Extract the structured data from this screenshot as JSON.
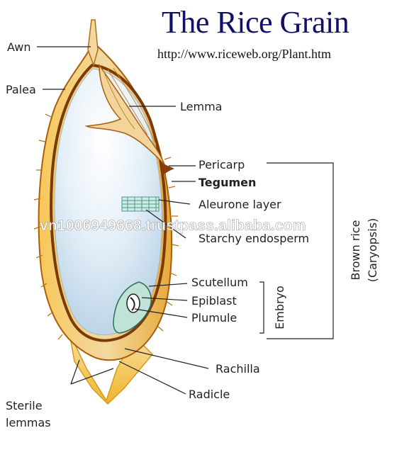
{
  "header": {
    "title": "The Rice Grain",
    "url": "http://www.riceweb.org/Plant.htm"
  },
  "labels": {
    "awn": "Awn",
    "palea": "Palea",
    "lemma": "Lemma",
    "pericarp": "Pericarp",
    "tegumen": "Tegumen",
    "aleurone_layer": "Aleurone layer",
    "starchy_endosperm": "Starchy endosperm",
    "scutellum": "Scutellum",
    "epiblast": "Epiblast",
    "plumule": "Plumule",
    "rachilla": "Rachilla",
    "radicle": "Radicle",
    "sterile_lemmas_line1": "Sterile",
    "sterile_lemmas_line2": "lemmas",
    "embryo": "Embryo",
    "brown_rice_line1": "Brown rice",
    "brown_rice_line2": "(Caryopsis)"
  },
  "watermark": "vn1006949668.trustpass.alibaba.com",
  "colors": {
    "title": "#10106a",
    "hull": "#e8b23a",
    "hull_dark": "#8a4a10",
    "endosperm": "#d8e8f4",
    "line": "#222222"
  }
}
